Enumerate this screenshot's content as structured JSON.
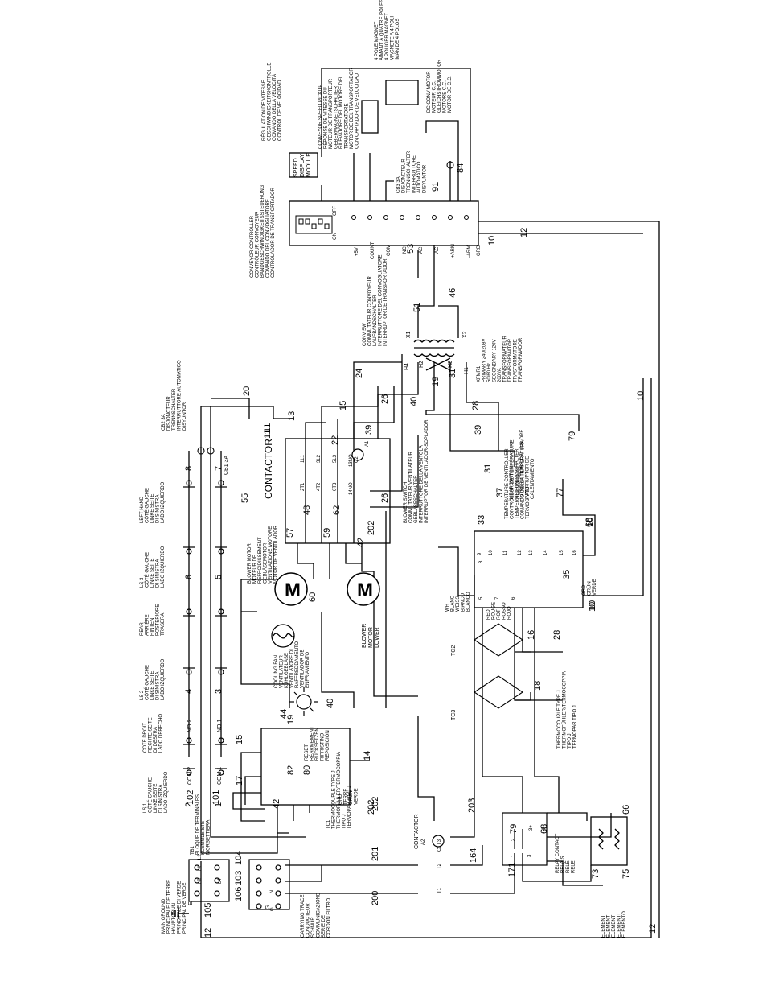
{
  "wires": {
    "w1": "102",
    "w2": "101",
    "w3": "104",
    "w4": "103",
    "w5": "106",
    "w6": "105",
    "w7": "200",
    "w8": "201",
    "w9": "202",
    "w10": "203",
    "w11": "164",
    "w12": "171",
    "w13": "73",
    "w14": "75",
    "w15": "79",
    "w16": "68",
    "w17": "66",
    "w18": "12",
    "w19": "12",
    "w20": "10",
    "w21": "10",
    "w22": "12",
    "w23": "42",
    "w24": "82",
    "w25": "80",
    "w26": "17",
    "w27": "15",
    "w28": "19",
    "w29": "44",
    "w30": "40",
    "w31": "14",
    "w32": "202",
    "w33": "8",
    "w34": "7",
    "w35": "6",
    "w36": "5",
    "w37": "4",
    "w38": "3",
    "w39": "2",
    "w40": "1",
    "w41": "55",
    "w42": "57",
    "w43": "48",
    "w44": "62",
    "w45": "59",
    "w46": "42",
    "w47": "60",
    "w48": "202",
    "w49": "26",
    "w50": "13",
    "w51": "15",
    "w52": "22",
    "w53": "39",
    "w54": "20",
    "w55": "11",
    "w56": "24",
    "w57": "26",
    "w58": "40",
    "w59": "19",
    "w60": "31",
    "w61": "28",
    "w62": "39",
    "w63": "33",
    "w64": "31",
    "w65": "37",
    "w66": "77",
    "w67": "79",
    "w68": "68",
    "w69": "35",
    "w70": "16",
    "w71": "18",
    "w72": "28",
    "w73": "10",
    "w74": "53",
    "w75": "51",
    "w76": "46",
    "w77": "91",
    "w78": "84",
    "w79": "16",
    "w80": "11",
    "w81": "10"
  },
  "labels": {
    "main_ground": "MAIN GROUND\nPRINCIPALE DE TERRE\nHAUPTGRUN\nPRINCIPALE DI VERDE\nPRINCIPAL DE VERDE",
    "tb1": "TB1\nBLOQUE DE TERMINALES\nKLEMMLEISTE\nMORSETTIERA",
    "main_term": "E",
    "main_g": "G",
    "cord": "CARRYING TRACE\nCONDUCTEUR\nSCHNUR\nCOMMUNICAZIONE\nSERIE DE\nCORDON FILTRO",
    "tc1": "TC1\nTHERMOCOUPLE TYPE J\nTHERMOFÜHLER/TERMOCOPPIA\nTIPO J\nTERMOPAR TIPO J",
    "ls1": "LS 1\nCÔTÉ GAUCHE\nLINKE SEITE\nDI SINISTRA\nLADO IZQUIERDO",
    "ls2": "LS 2\nCÔTÉ GAUCHE\nLINKE SEITE\nDI SINISTRA\nLADO IZQUIERDO",
    "ls3": "LS 3\nCÔTÉ GAUCHE\nLINKE SEITE\nDI SINISTRA\nLADO IZQUIERDO",
    "right_side": "CÔTÉ DROIT\nRECHTE SEITE\nDI DESTRA\nLADO DERECHO",
    "rear": "REAR\nARRIÈRE\nHINTEN\nPOSTERIORE\nTRASERA",
    "left_hand": "LEFT HAND\nCÔTÉ GAUCHE\nLINKE SEITE\nDI SINISTRA\nLADO IZQUIERDO",
    "com1": "COM 1",
    "com2": "COM 2",
    "no1": "NO 1",
    "no2": "NO 2",
    "cb1": "CB1 3A",
    "cb2": "CB2 3A\nDISJONCTEUR\nTRENNSCHALTER\nINTERRUTTORE AUTOMATICO\nDISYUNTOR",
    "contactor": "CONTACTOR",
    "contactor_bottom": "CONTACTOR",
    "blower_upper": "BLOWER MOTOR\nMOTEUR DE\nREFROIDISSEMENT\nGEBLÄSEMOTOR\nVENTILAZIONE MOTORE\nMOTOR DE VENTILADOR",
    "blower_lower": "BLOWER\nMOTOR\nLOWER",
    "cooling_fan": "COOLING FAN\nVENTILATEUR\nKÜHLGEBLÄSE\nVENTILATORE DI\nRAFFREDDAMENTO\nVENTILADOR DE\nENFRIAMIENTO",
    "reset": "RESET\nRÉARMEMENT\nRÜCKSETZEN\nRIPRISTINO\nREPOSICIÓN",
    "grd_terre": "GRD\nTERRE\nGRÜN\nVERDE",
    "tc2": "TC2",
    "tc3": "TC3",
    "thermocouple": "THERMOCOUPLE TYPE J\nTHERMOFÜHLER/TERMOCOPPIA\nTIPO J\nTERMOPAR TIPO J",
    "blower_switch": "BLOWER SWITCH\nCOMMUTATEUR VENTILATEUR\nGEBLÄSESCHALTER\nINTERRUTTORE DELLA VENTOLA\nINTERRUPTOR DE VENTILADOR-SOPLADOR",
    "temp_ctrl": "TEMPERATURE CONTROLLER\nCONTRÔLEUR DE TEMPÉRATURE\nTEMPERATURREGLER\nCOMANDO DELLA TEMPERATURA\nTERMOSTATO",
    "heat_switch": "HEAT SWITCH\nHEIZUNGSSCHALTER\nINTERRUTTORE DEL CALORE\nINTERRUPTOR DE\nCALENTAMIENTO",
    "wh_colors": "WH\nBLANC\nWEISS\nBIANCO\nBLANCO",
    "red_colors": "RED\nROUGE\nROT\nROSSO\nROJO",
    "grd_green": "GRD\nGRÜN\nVERDE",
    "xfmr": "XFMR1\nPRIMARY 240/208V\n50/60 Hz\nSECONDARY 120V\n200VA\nTRANSFORMATEUR\nTRANSFORMATOR\nTRASFORMATORE\nTRANSFORMADOR",
    "conv_sw": "CONV SW\nCOMMUTATEUR CONVOYEUR\nLAUFBANDSCHALTER\nINTERRUTTORE DEL CONVOGLIATORE\nINTERRUPTOR DE TRANSPORTADOR",
    "conv_ctrl": "CONVEYOR CONTROLLER\nCONTRÔLEUR CONVOYEUR\nBANDGESCHWINDIGKEITSSTEUERUNG\nCOMANDO DEL CONVOGLIATORE\nCONTROLADOR DE TRANSPORTADOR",
    "speed_reg": "RÉGULATION DE VITESSE\nGESCHWINDIGKEITSKONTROLLE\nCOMANDO DELLA VELOCITÀ\nCONTROL DE VELOCIDAD",
    "speed_display": "SPEED\nDISPLAY\nMODULE",
    "cb3": "CB3 3A\nDISJONCTEUR\nTRENNSCHALTER\nINTERRUTTORE\nAUTOMATICO\nDISYUNTOR",
    "pickup": "CONVEYOR SPEED PICKUP\nRÉPONSE DE VITESSE DU\nMOTEUR DE TRANSPORTEUR\nGEBERMAGNETSCHALTER\nRILEVATORE DEL MOTORE DEL\nTRANSPORTATORE\nMOTOR DE DEL TRANSPORTADOR\nCON CAPTADOR DE VELOCIDAD",
    "magnet": "4 POLE MAGNET\nAIMANT À QUATRE PÔLES\n4 POLIGER MAGNET\nMAGNETE A 4 POLI\nIMÁN DE 4 POLOS",
    "dc_motor": "DC CONV MOTOR\nMOTEUR C.C.\nGLEICHSTROMMOTOR\nMOTORE C.C.\nMOTOR DE C.C.",
    "relay": "RELAY CONTACT\nRELAIS\nRELÈ\nRELE",
    "element": "ELEMENT\nÉLÉMENT\nELEMENT\nELEMENTI\nELEMENTO",
    "on": "ON",
    "off": "OFF",
    "t5v": "+5V",
    "count": "COUNT",
    "com": "COM",
    "nc": "NC",
    "ac1": "AC",
    "ac2": "AC",
    "arm_p": "+ARM",
    "arm_m": "-ARM",
    "grd": "GRD",
    "x1": "X1",
    "x2": "X2",
    "h1": "H1",
    "h2": "H2",
    "h3": "H3",
    "h4": "H4",
    "l1": "L1",
    "l2": "L2",
    "l3": "L3",
    "l4": "L4",
    "n": "N",
    "g": "G",
    "c_1l1": "1L1",
    "c_3l2": "3L2",
    "c_5l3": "5L3",
    "c_13no": "13NO",
    "c_2t1": "2T1",
    "c_4t2": "4T2",
    "c_6t3": "6T3",
    "c_14no": "14NO",
    "a1": "A1",
    "a2": "A2",
    "c1": "C1",
    "c2": "C2",
    "t1": "T1",
    "t2": "T2",
    "t3": "T3",
    "p5": "5",
    "p7": "7",
    "p6": "6",
    "p8": "8",
    "p9": "9",
    "p10": "10",
    "p11": "11",
    "p12": "12",
    "p13": "13",
    "p14": "14",
    "p15": "15",
    "p16": "16",
    "n1": "1",
    "n2": "2",
    "n3": "3",
    "n4": "4",
    "p3plus": "3+"
  }
}
